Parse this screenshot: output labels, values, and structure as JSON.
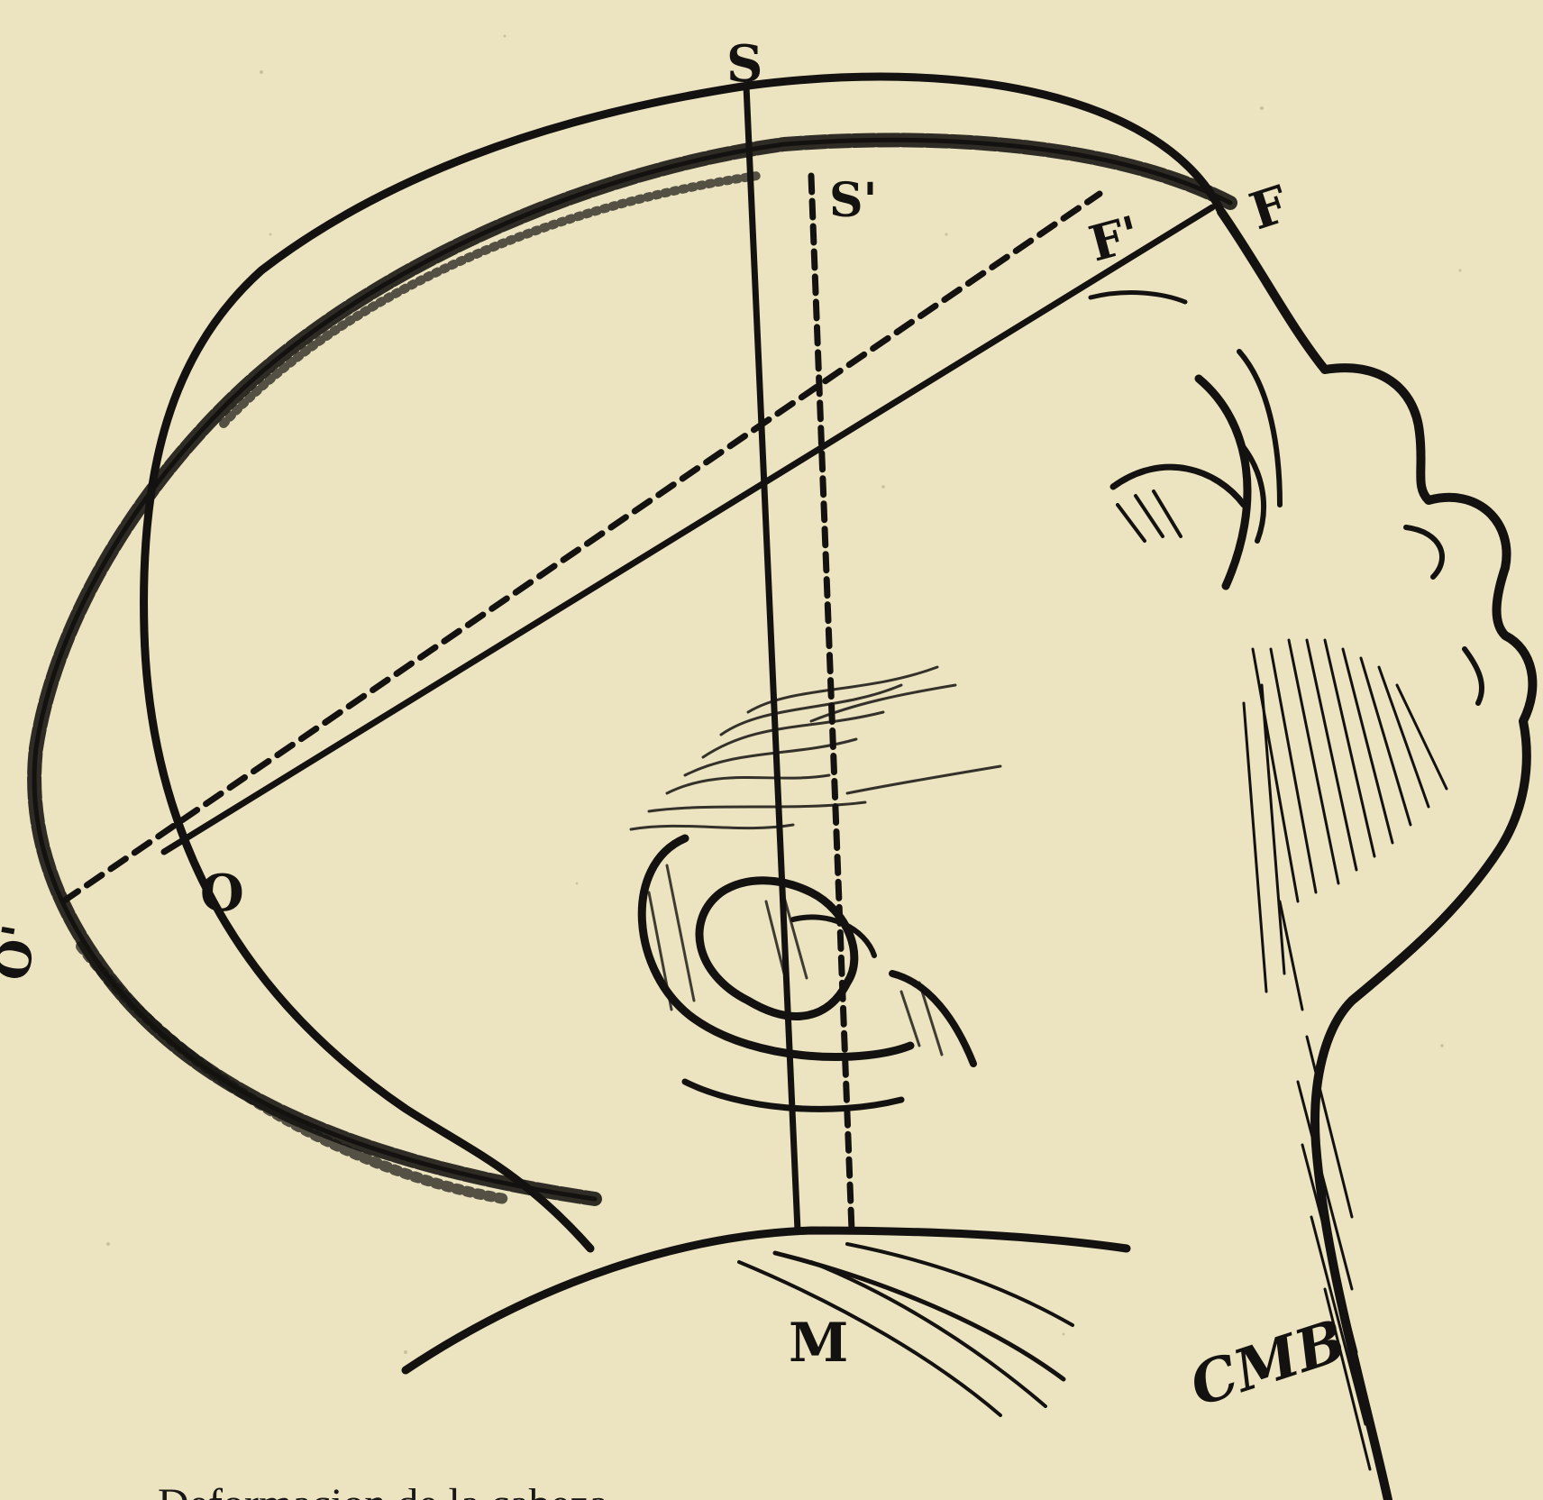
{
  "figure": {
    "labels": {
      "S": "S",
      "S_prime": "S'",
      "F": "F",
      "F_prime": "F'",
      "O": "O",
      "O_prime": "O'",
      "M": "M"
    },
    "signature": "CMB",
    "caption": "Deformacion de la cabeza..."
  },
  "colors": {
    "paper": "#ece4c0",
    "ink": "#141210"
  }
}
